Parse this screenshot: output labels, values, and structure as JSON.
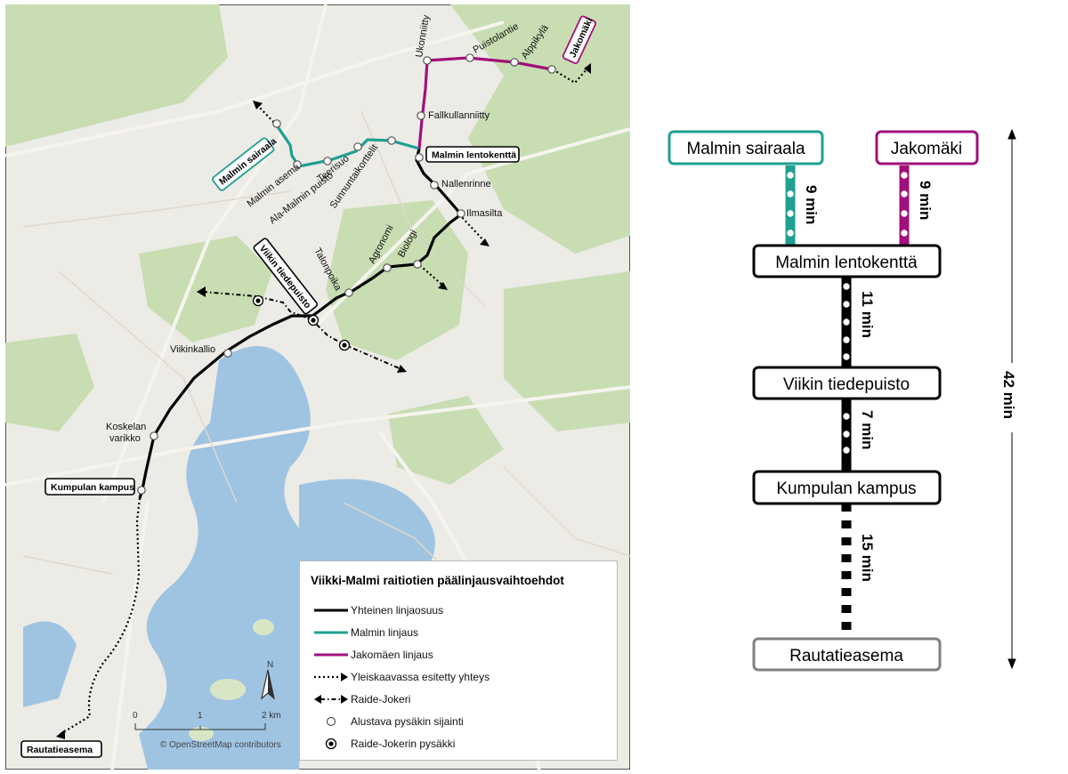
{
  "map": {
    "stations": {
      "ukonniitty": "Ukonniitty",
      "puistolantie": "Puistolantie",
      "alppikyla": "Alppikylä",
      "jakomaki": "Jakomäki",
      "fallkullanniitty": "Fallkullanniitty",
      "malmin_sairaala": "Malmin sairaala",
      "malmin_asema": "Malmin asema",
      "ala_malmin_puisto": "Ala-Malmin puisto",
      "teerisuo": "Teerisuo",
      "sunnuntaikorttelit": "Sunnuntaikorttelit",
      "malmin_lentokentta": "Malmin lentokenttä",
      "nallenrinne": "Nallenrinne",
      "ilmasilta": "Ilmasilta",
      "agronomi": "Agronomi",
      "biologi": "Biologi",
      "talonpoika": "Talonpoika",
      "viikin_tiedepuisto": "Viikin tiedepuisto",
      "viikinkallio": "Viikinkallio",
      "koskelan_varikko_1": "Koskelan",
      "koskelan_varikko_2": "varikko",
      "kumpulan_kampus": "Kumpulan kampus",
      "rautatieasema": "Rautatieasema"
    },
    "legend": {
      "title": "Viikki-Malmi raitiotien päälinjausvaihtoehdot",
      "items": [
        {
          "label": "Yhteinen linjaosuus",
          "color": "#000000",
          "style": "solid"
        },
        {
          "label": "Malmin linjaus",
          "color": "#1fa090",
          "style": "solid"
        },
        {
          "label": "Jakomäen linjaus",
          "color": "#a0107c",
          "style": "solid"
        },
        {
          "label": "Yleiskaavassa esitetty yhteys",
          "color": "#000000",
          "style": "dotted-arrow"
        },
        {
          "label": "Raide-Jokeri",
          "color": "#000000",
          "style": "dash-dot-arrows"
        },
        {
          "label": "Alustava pysäkin sijainti",
          "color": "#ffffff",
          "style": "open-circle"
        },
        {
          "label": "Raide-Jokerin pysäkki",
          "color": "#000000",
          "style": "bullseye"
        }
      ]
    },
    "scale": {
      "tick0": "0",
      "tick1": "1",
      "tick2": "2 km"
    },
    "north": "N",
    "credit": "© OpenStreetMap contributors",
    "colors": {
      "water": "#9fc4e2",
      "green": "#c8ddb2",
      "land": "#ecebe6"
    }
  },
  "diagram": {
    "top_left": "Malmin sairaala",
    "top_right": "Jakomäki",
    "seg_left_time": "9 min",
    "seg_right_time": "9 min",
    "stop1": "Malmin lentokenttä",
    "seg1_time": "11 min",
    "stop2": "Viikin tiedepuisto",
    "seg2_time": "7 min",
    "stop3": "Kumpulan kampus",
    "seg3_time": "15 min",
    "end": "Rautatieasema",
    "total": "42 min",
    "colors": {
      "malmi": "#1fa090",
      "jakomaki": "#a0107c",
      "common": "#000000",
      "end": "#808080"
    }
  }
}
